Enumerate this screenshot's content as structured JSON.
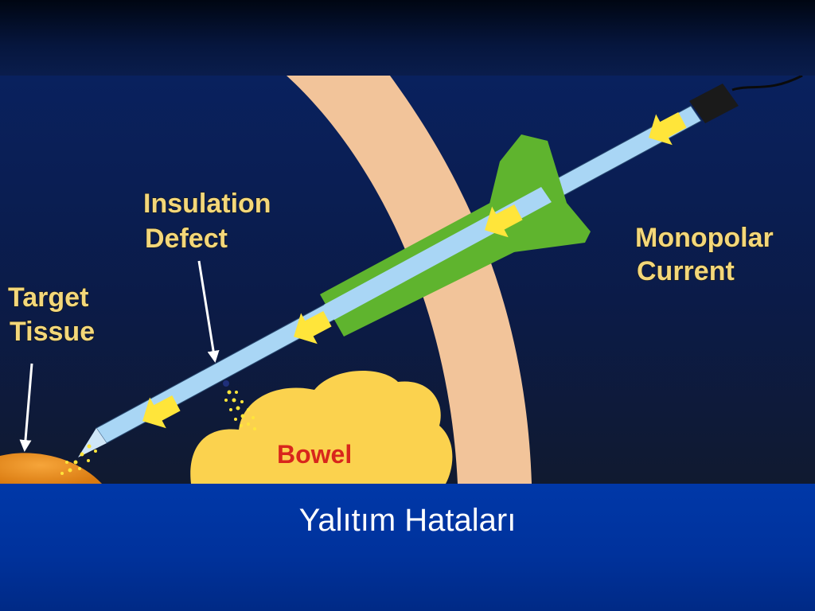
{
  "diagram": {
    "labels": {
      "insulation_line1": "Insulation",
      "insulation_line2": "Defect",
      "target_line1": "Target",
      "target_line2": "Tissue",
      "monopolar_line1": "Monopolar",
      "monopolar_line2": "Current",
      "bowel": "Bowel"
    },
    "colors": {
      "background": "#0a1d4c",
      "abdominal_wall": "#f2c49a",
      "instrument_shaft": "#a9d6f5",
      "trocar": "#5fb42e",
      "current_arrows": "#ffe53a",
      "bowel": "#fbd24e",
      "target_tissue": "#e8901f",
      "label_text": "#f3d77a",
      "bowel_text": "#d8261c"
    }
  },
  "caption": "Yalıtım Hataları"
}
